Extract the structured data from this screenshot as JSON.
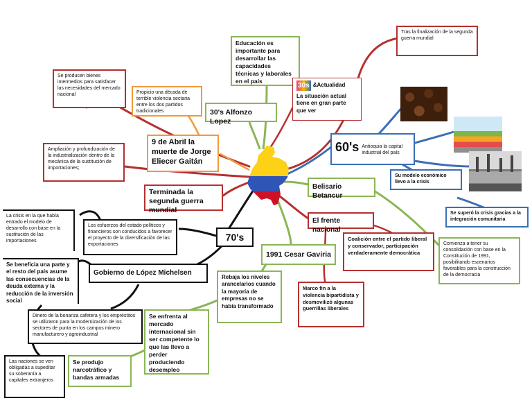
{
  "nodes": {
    "educacion": "Educación es importante para desarrollar las capacidades técnicas y laborales en el país",
    "finalizacion": "Tras la finalización de la segunda guerra mundial",
    "bienes": "Se producen bienes intermedios para satisfacer las necesidades del mercado nacional",
    "propicio": "Propicio una década de terrible violencia sectaria entre los dos partidos tradicionales",
    "lopez30": "30's Alfonzo Lopez",
    "actualidad_badge": "30s",
    "actualidad_title": "&Actualidad",
    "actualidad_text": "La situación actual tiene en gran parte que ver",
    "gaitan": "9 de Abril la muerte de Jorge Eliecer Gaitán",
    "sixties": "60's",
    "antioquia": "Antioquia la capital industrial del país",
    "ampliacion": "Ampliación y profundización de la industrialización dentro de la mecánica de la sustitución de importaciones;",
    "modelo_crisis": "Su modelo económico llevo a la crisis",
    "terminada": "Terminada la segunda guerra mundial",
    "belisario": "Belisario Betancur",
    "supero": "Se superó la crisis gracias a la integración comunitaria",
    "crisis_modelo": "La crisis en la que había entrado el modelo de desarrollo con base en la sustitución de las importaciones",
    "esfuerzos": "Los esfuerzos del estado políticos y financieros son conducidos a favorecer el proyecto de la diversificación de las exportaciones",
    "frente": "El frente nacional",
    "seventies": "70's",
    "coalicion": "Coalición entre el partido liberal y conservador, participación verdaderamente democrática",
    "comienza": "Comienza a tener su consolidación con base en la Constitución de 1991, posibilitando escenarios favorables para la construcción de la democracia",
    "gaviria": "1991 Cesar Gaviria",
    "beneficia": "Se beneficia una parte y el resto del país asume las consecuencias de la deuda externa y la reducción de la inversión social",
    "michelsen": "Gobierno de López Michelsen",
    "rebaja": "Rebaja los niveles arancelarios cuando la mayoría de empresas no se había transformado",
    "marco": "Marco fin a la violencia bipartidista y desmovilizó algunas guerrillas liberales",
    "dinero": "Dinero de la bonanza cafetera y los empréstitos se utilizaron para la modernización de los sectores de punta en los campos minero manufacturero y agroindustrial",
    "enfrenta": "Se enfrenta al mercado internacional sin ser competente lo que las llevo a perder produciendo desempleo",
    "naciones": "Las naciones se ven obligadas a supeditar su soberanía a capitales extranjeros",
    "narcotrafico": "Se produjo narcotráfico y bandas armadas"
  },
  "colors": {
    "red": "#b5302f",
    "green": "#8ab655",
    "orange": "#ee9a3b",
    "blue": "#3a6fb5",
    "black": "#111111",
    "flag_yellow": "#fcd116",
    "flag_blue": "#2f55b7",
    "flag_red": "#ce1126"
  },
  "images": [
    "coffee-beans-image",
    "market-stalls-image",
    "factory-image",
    "colombia-flag-map"
  ]
}
